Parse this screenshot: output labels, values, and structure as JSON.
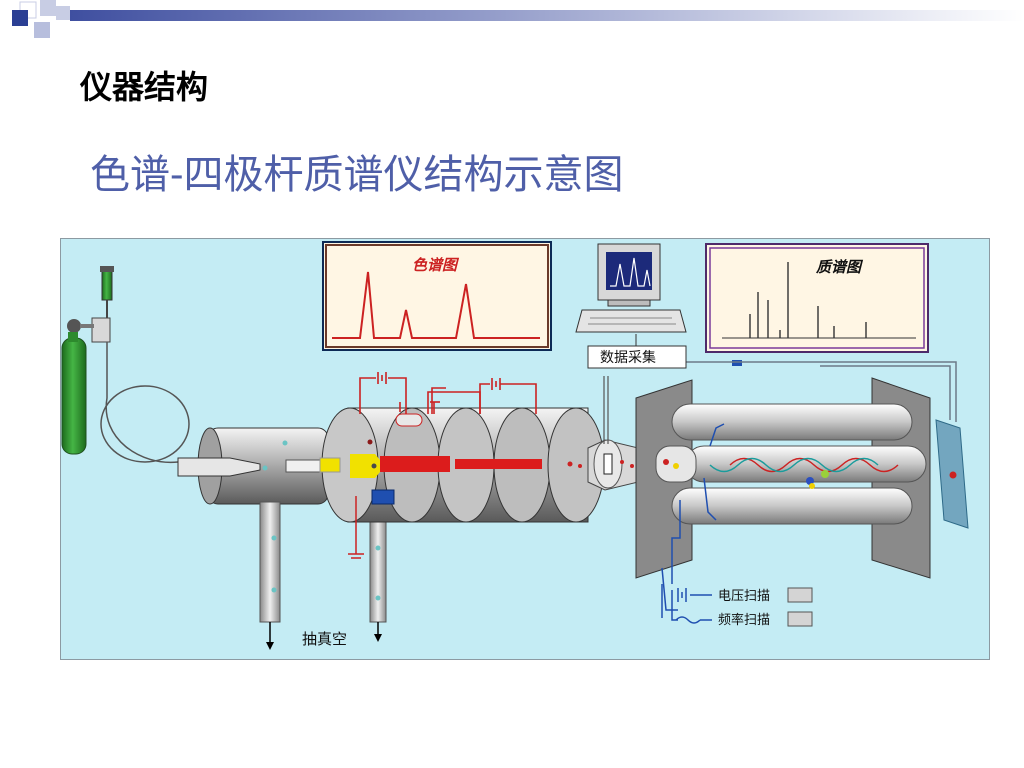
{
  "slide": {
    "heading": "仪器结构",
    "subtitle": "色谱-四极杆质谱仪结构示意图"
  },
  "diagram": {
    "chromatogram_title": "色谱图",
    "mass_spectrum_title": "质谱图",
    "data_acquisition_label": "数据采集",
    "voltage_scan_label": "电压扫描",
    "frequency_scan_label": "频率扫描",
    "vacuum_label": "抽真空"
  }
}
